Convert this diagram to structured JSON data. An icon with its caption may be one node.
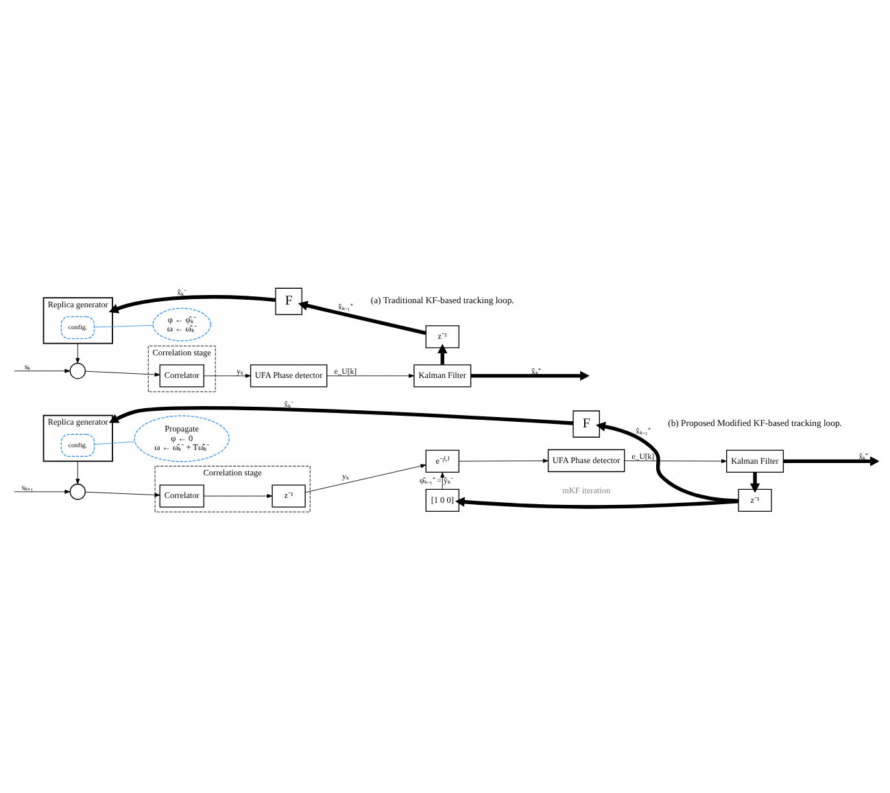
{
  "diagram": {
    "nodes": [
      {
        "text": [
          "Correlation stage"
        ]
      },
      {
        "text": [
          "Correlator"
        ],
        "in": 0
      },
      {
        "text": [],
        "shape": "circle"
      },
      {
        "text": [
          "UFA Phase detector"
        ]
      },
      {
        "text": [
          "Kalman Filter"
        ]
      },
      {
        "text": [
          "Replica generator"
        ]
      },
      {
        "text": [
          "config."
        ],
        "in": 5
      },
      {
        "text": [
          "φ ← φ̂ₖ⁻",
          "ω ← ω̂ₖ⁻"
        ]
      },
      {
        "text": [
          "z⁻¹"
        ]
      },
      {
        "text": [
          "F"
        ]
      },
      {
        "text": [
          "Correlation stage"
        ]
      },
      {
        "text": [
          "Correlator"
        ],
        "in": 10
      },
      {
        "text": [
          "z⁻¹"
        ],
        "in": 10
      },
      {
        "text": [],
        "shape": "circle"
      },
      {
        "text": [
          "e⁻ʲ⁽·⁾"
        ]
      },
      {
        "text": [
          "UFA Phase detector"
        ]
      },
      {
        "text": [
          "Kalman Filter"
        ]
      },
      {
        "text": [
          "Replica generator"
        ]
      },
      {
        "text": [
          "config."
        ],
        "in": 17
      },
      {
        "text": [
          "Propagate",
          "φ ← 0",
          "ω ← ω̂ₖ⁻ + Tω̂̇ₖ⁻"
        ]
      },
      {
        "text": [
          "[1 0 0]"
        ]
      },
      {
        "text": [
          "z⁻¹"
        ]
      },
      {
        "text": [
          "F"
        ]
      }
    ],
    "edges": [
      {
        "from": null,
        "to": 2,
        "arrow": "to",
        "label": "sₖ"
      },
      {
        "from": 2,
        "to": 1,
        "arrow": "to"
      },
      {
        "from": 1,
        "to": 3,
        "arrow": "to",
        "label": "yₖ"
      },
      {
        "from": 3,
        "to": 4,
        "arrow": "to",
        "label": "e_U[k]"
      },
      {
        "from": 4,
        "to": null,
        "arrow": "to",
        "label": "x̂ₖ⁺",
        "style": "thick"
      },
      {
        "from": 4,
        "to": 8,
        "arrow": "to",
        "style": "thick"
      },
      {
        "from": 8,
        "to": 9,
        "arrow": "to",
        "label": "x̂ₖ₋₁⁺",
        "style": "thick"
      },
      {
        "from": 9,
        "to": 5,
        "arrow": "to",
        "label": "x̂ₖ⁻",
        "style": "thick"
      },
      {
        "from": 5,
        "to": 2,
        "arrow": "to"
      },
      {
        "from": 7,
        "to": 6,
        "arrow": "none",
        "color": "#3b95e8"
      },
      {
        "from": null,
        "to": 13,
        "arrow": "to",
        "label": "sₖ₊₁"
      },
      {
        "from": 13,
        "to": 11,
        "arrow": "to"
      },
      {
        "from": 11,
        "to": 12,
        "arrow": "to"
      },
      {
        "from": 12,
        "to": 14,
        "arrow": "to",
        "label": "yₖ"
      },
      {
        "from": 14,
        "to": 15,
        "arrow": "to"
      },
      {
        "from": 15,
        "to": 16,
        "arrow": "to",
        "label": "e_U[k]"
      },
      {
        "from": 16,
        "to": null,
        "arrow": "to",
        "label": "x̂ₖ⁺",
        "style": "thick"
      },
      {
        "from": 16,
        "to": 21,
        "arrow": "to",
        "style": "thick"
      },
      {
        "from": 21,
        "to": 22,
        "arrow": "to",
        "label": "x̂ₖ₋₁⁺",
        "style": "thick"
      },
      {
        "from": 21,
        "to": 20,
        "arrow": "to",
        "style": "thick"
      },
      {
        "from": 20,
        "to": 14,
        "arrow": "to",
        "label": "φ̂ₖ₋₁⁺ = ŷₖ⁻"
      },
      {
        "from": 22,
        "to": 17,
        "arrow": "to",
        "label": "x̂ₖ⁻",
        "style": "thick"
      },
      {
        "from": 17,
        "to": 13,
        "arrow": "to"
      },
      {
        "from": 19,
        "to": 18,
        "arrow": "none",
        "color": "#3b95e8"
      }
    ],
    "labels": [
      "(a) Traditional KF-based tracking loop.",
      "mKF iteration",
      "(b) Proposed Modified KF-based tracking loop."
    ]
  }
}
